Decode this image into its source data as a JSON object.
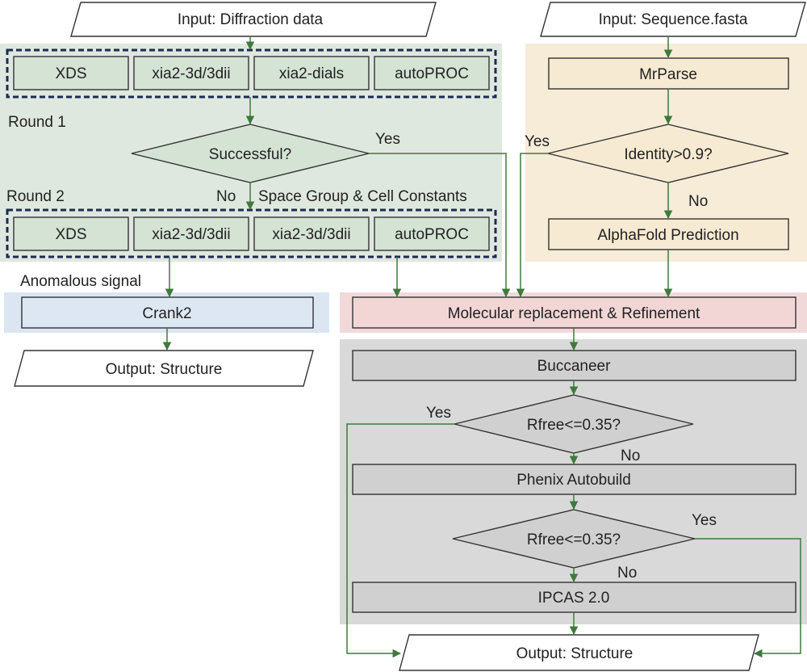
{
  "colors": {
    "green_panel": "#dfe8df",
    "green_box": "#d4e3d4",
    "orange_panel": "#f6ecd8",
    "orange_box": "#f7ead2",
    "blue_panel": "#dbe6f2",
    "blue_box": "#dde7f3",
    "pink_panel": "#f2d9d9",
    "pink_box": "#f2d6d6",
    "grey_panel": "#d9d9d9",
    "grey_box": "#d0d0d0",
    "arrow": "#3f7a3c",
    "dashed_border": "#1f2a52"
  },
  "inputs": {
    "diffraction": "Input: Diffraction data",
    "sequence": "Input: Sequence.fasta"
  },
  "round1": {
    "label": "Round 1",
    "tools": [
      "XDS",
      "xia2-3d/3dii",
      "xia2-dials",
      "autoPROC"
    ]
  },
  "round2": {
    "label": "Round 2",
    "tools": [
      "XDS",
      "xia2-3d/3dii",
      "xia2-3d/3dii",
      "autoPROC"
    ]
  },
  "decisions": {
    "successful": "Successful?",
    "identity": "Identity>0.9?",
    "rfree1": "Rfree<=0.35?",
    "rfree2": "Rfree<=0.35?"
  },
  "steps": {
    "mrparse": "MrParse",
    "alphafold": "AlphaFold Prediction",
    "crank2": "Crank2",
    "mr_refine": "Molecular replacement & Refinement",
    "buccaneer": "Buccaneer",
    "phenix": "Phenix Autobuild",
    "ipcas": "IPCAS 2.0"
  },
  "outputs": {
    "left": "Output: Structure",
    "bottom": "Output: Structure"
  },
  "edge_labels": {
    "yes_successful": "Yes",
    "no_successful": "No",
    "space_group": "Space Group & Cell Constants",
    "anomalous": "Anomalous signal",
    "yes_identity": "Yes",
    "no_identity": "No",
    "yes_rfree1": "Yes",
    "no_rfree1": "No",
    "yes_rfree2": "Yes",
    "no_rfree2": "No"
  }
}
